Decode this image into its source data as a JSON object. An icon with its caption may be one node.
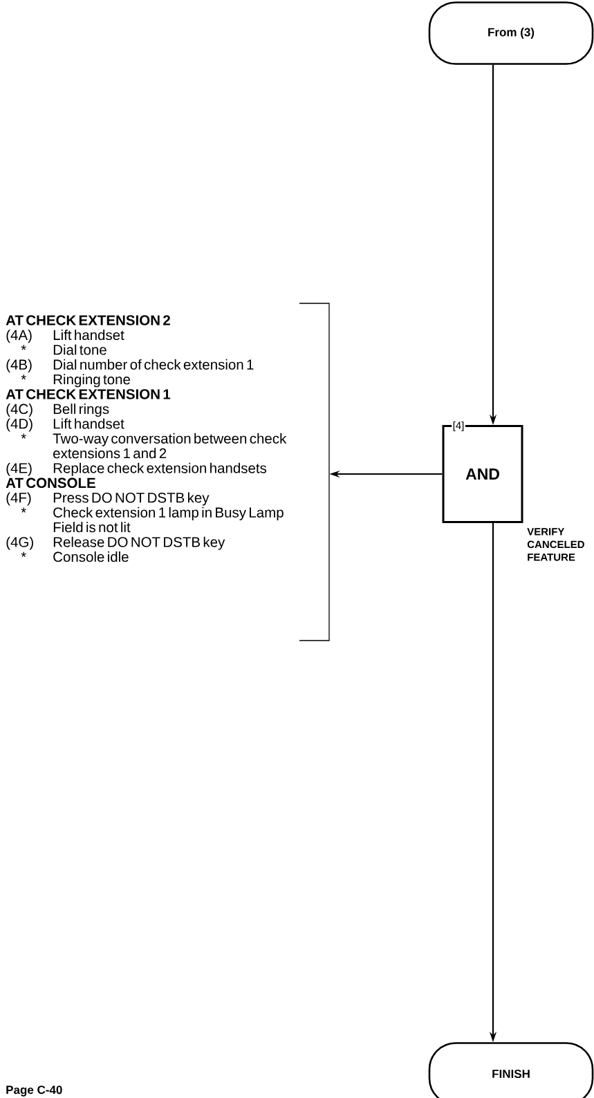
{
  "diagram": {
    "nodes": [
      {
        "text": [
          "From (3)"
        ]
      },
      {
        "text": [
          "[4]",
          "AND"
        ]
      },
      {
        "text": [
          "AT CHECK EXTENSION 2",
          "(4A)",
          "Lift handset",
          "*",
          "Dial tone",
          "(4B)",
          "Dial number of check extension 1",
          "*",
          "Ringing tone",
          "AT CHECK EXTENSION 1",
          "(4C)",
          "Bell rings",
          "(4D)",
          "Lift handset",
          "*",
          "Two-way conversation between check extensions 1 and 2",
          "(4E)",
          "Replace check extension handsets",
          "AT CONSOLE",
          "(4F)",
          "Press DO NOT DSTB key",
          "*",
          "Check extension 1 lamp in Busy Lamp Field is not lit",
          "(4G)",
          "Release DO NOT DSTB key",
          "*",
          "Console idle"
        ]
      },
      {
        "text": [
          "FINISH"
        ]
      }
    ],
    "edges": [
      {
        "from": 0,
        "to": 1,
        "arrow": "to"
      },
      {
        "from": 1,
        "to": 2,
        "arrow": "to"
      },
      {
        "from": 1,
        "to": 3,
        "arrow": "to",
        "label": "VERIFY CANCELED FEATURE"
      }
    ],
    "labels": [
      "Page C-40"
    ]
  }
}
